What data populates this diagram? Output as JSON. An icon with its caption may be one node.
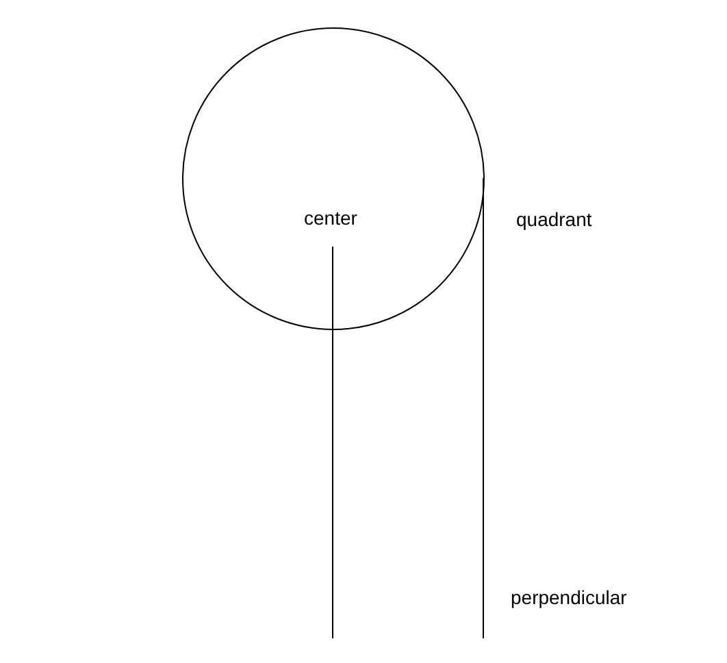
{
  "diagram": {
    "nodes": [
      {
        "text": [],
        "shape": "circle"
      }
    ],
    "labels": [
      "center",
      "quadrant",
      "perpendicular"
    ]
  }
}
